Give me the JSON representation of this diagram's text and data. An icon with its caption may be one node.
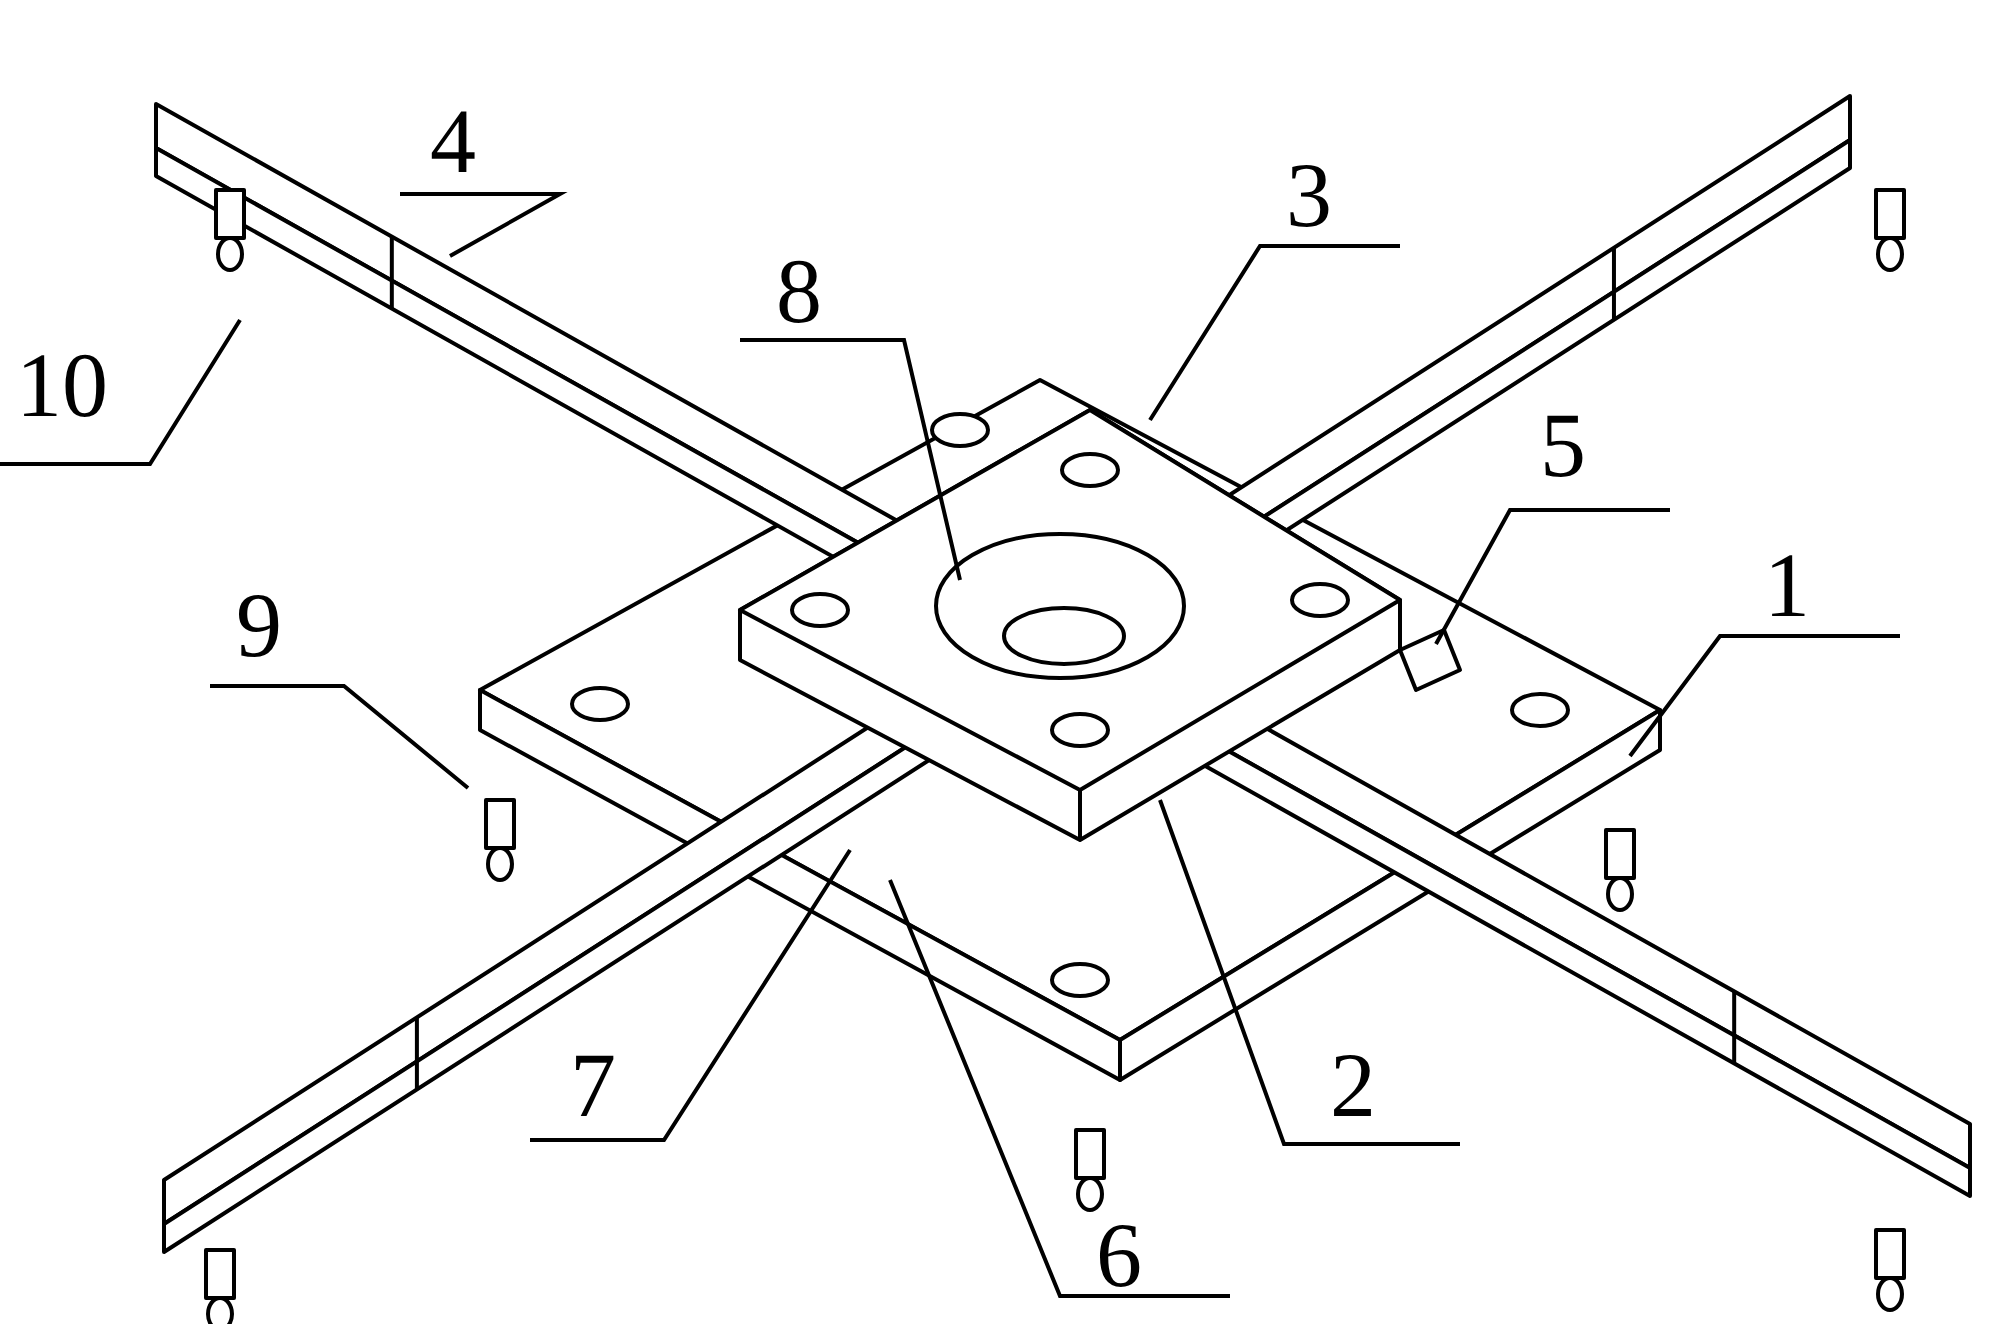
{
  "diagram": {
    "nodes": [
      {
        "text": [
          "4"
        ]
      },
      {
        "text": [
          "3"
        ]
      },
      {
        "text": [
          "8"
        ]
      },
      {
        "text": [
          "10"
        ]
      },
      {
        "text": [
          "5"
        ]
      },
      {
        "text": [
          "1"
        ]
      },
      {
        "text": [
          "9"
        ]
      },
      {
        "text": [
          "7"
        ]
      },
      {
        "text": [
          "2"
        ]
      },
      {
        "text": [
          "6"
        ]
      }
    ],
    "edges": [
      {
        "from": 0,
        "to": null,
        "arrow": "none"
      },
      {
        "from": 1,
        "to": null,
        "arrow": "none"
      },
      {
        "from": 2,
        "to": null,
        "arrow": "none"
      },
      {
        "from": 3,
        "to": null,
        "arrow": "none"
      },
      {
        "from": 4,
        "to": null,
        "arrow": "none"
      },
      {
        "from": 5,
        "to": null,
        "arrow": "none"
      },
      {
        "from": 6,
        "to": null,
        "arrow": "none"
      },
      {
        "from": 7,
        "to": null,
        "arrow": "none"
      },
      {
        "from": 8,
        "to": null,
        "arrow": "none"
      },
      {
        "from": 9,
        "to": null,
        "arrow": "none"
      }
    ]
  }
}
